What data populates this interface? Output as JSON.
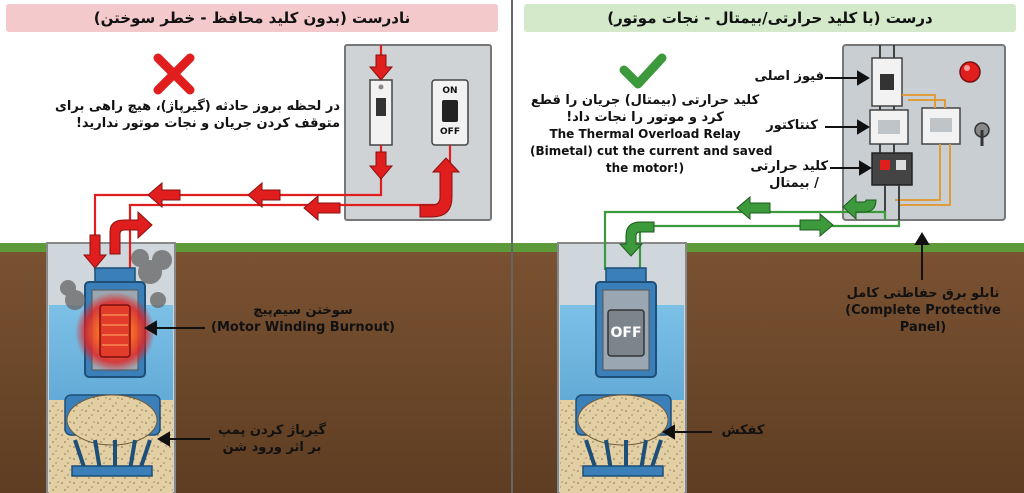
{
  "panels": {
    "wrong": {
      "header": "نادرست (بدون کلید محافظ - خطر سوختن)",
      "warning_line1": "در لحظه بروز حادثه (گیرپاژ)، هیچ راهی برای",
      "warning_line2": "متوقف کردن جریان و نجات موتور ندارید!",
      "switch_on": "ON",
      "switch_off": "OFF",
      "burnout_fa": "سوختن سیم‌پیچ",
      "burnout_en": "(Motor Winding Burnout)",
      "jam_line1": "گیرپاژ کردن پمپ",
      "jam_line2": "بر اثر ورود شن"
    },
    "right": {
      "header": "درست (با کلید حرارتی/بیمتال - نجات موتور)",
      "relay_fa_line1": "کلید حرارتی (بیمتال) جریان را قطع",
      "relay_fa_line2": "کرد و موتور را نجات داد!",
      "relay_en_line1": "The Thermal Overload Relay",
      "relay_en_line2": "(Bimetal) cut the current and saved",
      "relay_en_line3": "the motor!)",
      "main_fuse": "فیوز اصلی",
      "contactor": "کنتاکتور",
      "thermal_line1": "کلید حرارتی",
      "thermal_line2": "/ بیمتال",
      "motor_state": "OFF",
      "panel_fa": "تابلو برق حفاظتی کامل",
      "panel_en_line1": "(Complete Protective",
      "panel_en_line2": "Panel)",
      "silt": "کفکش"
    }
  },
  "colors": {
    "danger": "#e01e1e",
    "safe": "#3c9a3c",
    "ground": "#6e4a2c",
    "grass": "#5e9a3a",
    "water": "#5aa7d6",
    "pump": "#3a7fb8"
  },
  "icons": [
    "cross-icon",
    "check-icon",
    "smoke-icon",
    "fire-icon",
    "indicator-lamp-icon"
  ]
}
